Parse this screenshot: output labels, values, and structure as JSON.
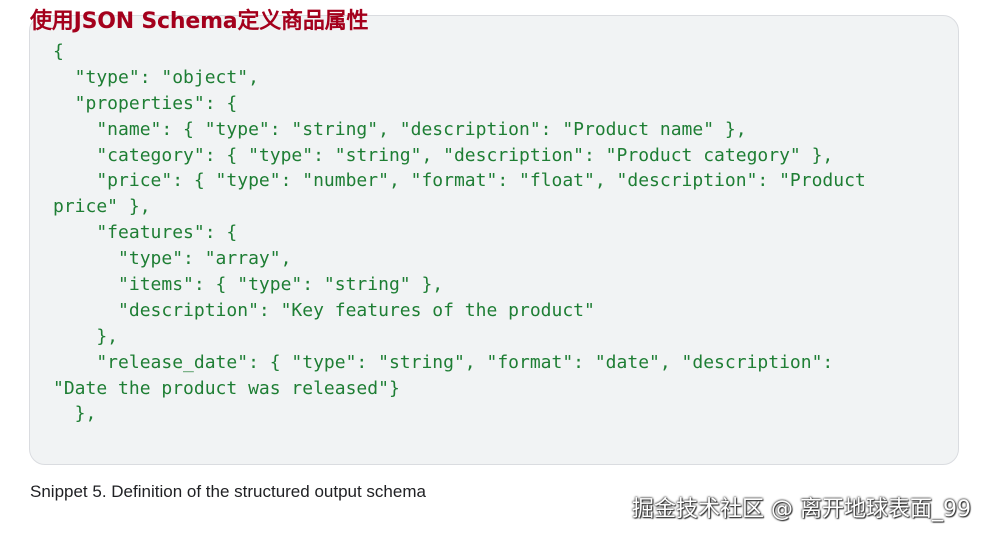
{
  "heading": "使用JSON Schema定义商品属性",
  "code_lines": [
    "{",
    "  \"type\": \"object\",",
    "  \"properties\": {",
    "    \"name\": { \"type\": \"string\", \"description\": \"Product name\" },",
    "    \"category\": { \"type\": \"string\", \"description\": \"Product category\" },",
    "    \"price\": { \"type\": \"number\", \"format\": \"float\", \"description\": \"Product",
    "price\" },",
    "    \"features\": {",
    "      \"type\": \"array\",",
    "      \"items\": { \"type\": \"string\" },",
    "      \"description\": \"Key features of the product\"",
    "    },",
    "    \"release_date\": { \"type\": \"string\", \"format\": \"date\", \"description\":",
    "\"Date the product was released\"}",
    "  },"
  ],
  "caption": "Snippet 5. Definition of the structured output schema",
  "watermark": "掘金技术社区 @ 离开地球表面_99",
  "colors": {
    "heading": "#a4001c",
    "code_text": "#1e7e34",
    "code_background": "#f1f3f4"
  }
}
